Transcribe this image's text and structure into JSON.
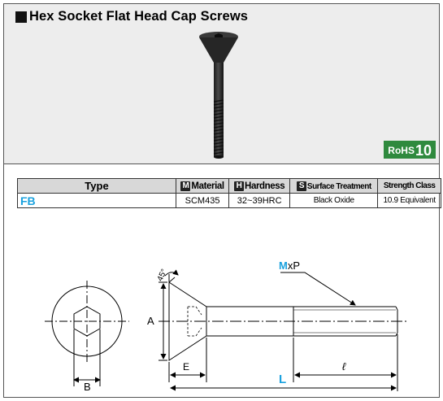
{
  "title": "Hex Socket Flat Head Cap Screws",
  "badge": {
    "label": "RoHS",
    "number": "10",
    "color": "#2f8a3e"
  },
  "table": {
    "headers": {
      "type": "Type",
      "material_marker": "M",
      "material": "Material",
      "hardness_marker": "H",
      "hardness": "Hardness",
      "surface_marker": "S",
      "surface": "Surface Treatment",
      "strength": "Strength Class"
    },
    "row": {
      "type": "FB",
      "material": "SCM435",
      "hardness": "32~39HRC",
      "surface": "Black Oxide",
      "strength": "10.9 Equivalent"
    }
  },
  "drawing": {
    "angle_label": "45°",
    "thread_label_m": "M",
    "thread_label_rest": "xP",
    "dim_a": "A",
    "dim_b": "B",
    "dim_e": "E",
    "dim_l": "L",
    "dim_thread_len": "ℓ"
  },
  "colors": {
    "accent": "#1aa1de",
    "header_bg": "#d8d8d8",
    "photo_bg": "#ededed"
  }
}
